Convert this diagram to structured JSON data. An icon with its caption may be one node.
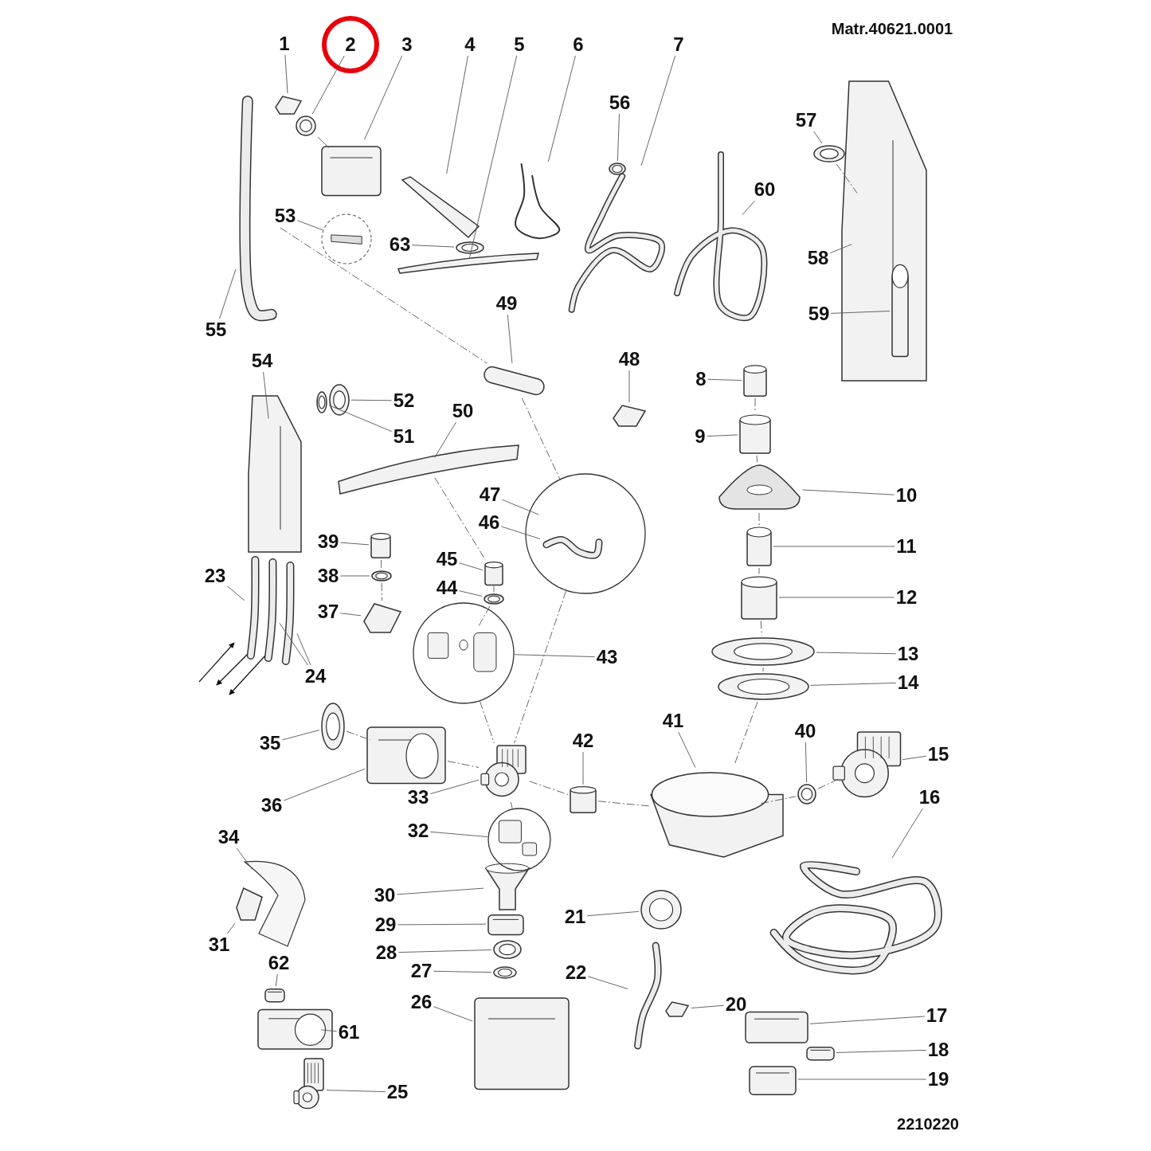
{
  "diagram": {
    "nodes": [
      {
        "text": [
          "1"
        ]
      },
      {
        "text": [
          "2"
        ]
      },
      {
        "text": [
          "3"
        ]
      },
      {
        "text": [
          "4"
        ]
      },
      {
        "text": [
          "5"
        ]
      },
      {
        "text": [
          "6"
        ]
      },
      {
        "text": [
          "7"
        ]
      },
      {
        "text": [
          "8"
        ]
      },
      {
        "text": [
          "9"
        ]
      },
      {
        "text": [
          "10"
        ]
      },
      {
        "text": [
          "11"
        ]
      },
      {
        "text": [
          "12"
        ]
      },
      {
        "text": [
          "13"
        ]
      },
      {
        "text": [
          "14"
        ]
      },
      {
        "text": [
          "15"
        ]
      },
      {
        "text": [
          "16"
        ]
      },
      {
        "text": [
          "17"
        ]
      },
      {
        "text": [
          "18"
        ]
      },
      {
        "text": [
          "19"
        ]
      },
      {
        "text": [
          "20"
        ]
      },
      {
        "text": [
          "21"
        ]
      },
      {
        "text": [
          "22"
        ]
      },
      {
        "text": [
          "23"
        ]
      },
      {
        "text": [
          "24"
        ]
      },
      {
        "text": [
          "25"
        ]
      },
      {
        "text": [
          "26"
        ]
      },
      {
        "text": [
          "27"
        ]
      },
      {
        "text": [
          "28"
        ]
      },
      {
        "text": [
          "29"
        ]
      },
      {
        "text": [
          "30"
        ]
      },
      {
        "text": [
          "31"
        ]
      },
      {
        "text": [
          "32"
        ]
      },
      {
        "text": [
          "33"
        ]
      },
      {
        "text": [
          "34"
        ]
      },
      {
        "text": [
          "35"
        ]
      },
      {
        "text": [
          "36"
        ]
      },
      {
        "text": [
          "37"
        ]
      },
      {
        "text": [
          "38"
        ]
      },
      {
        "text": [
          "39"
        ]
      },
      {
        "text": [
          "40"
        ]
      },
      {
        "text": [
          "41"
        ]
      },
      {
        "text": [
          "42"
        ]
      },
      {
        "text": [
          "43"
        ]
      },
      {
        "text": [
          "44"
        ]
      },
      {
        "text": [
          "45"
        ]
      },
      {
        "text": [
          "46"
        ]
      },
      {
        "text": [
          "47"
        ]
      },
      {
        "text": [
          "48"
        ]
      },
      {
        "text": [
          "49"
        ]
      },
      {
        "text": [
          "50"
        ]
      },
      {
        "text": [
          "51"
        ]
      },
      {
        "text": [
          "52"
        ]
      },
      {
        "text": [
          "53"
        ]
      },
      {
        "text": [
          "54"
        ]
      },
      {
        "text": [
          "55"
        ]
      },
      {
        "text": [
          "56"
        ]
      },
      {
        "text": [
          "57"
        ]
      },
      {
        "text": [
          "58"
        ]
      },
      {
        "text": [
          "59"
        ]
      },
      {
        "text": [
          "60"
        ]
      },
      {
        "text": [
          "61"
        ]
      },
      {
        "text": [
          "62"
        ]
      },
      {
        "text": [
          "63"
        ]
      },
      {
        "text": [],
        "shape": "picture"
      },
      {
        "text": [],
        "shape": "picture"
      },
      {
        "text": [],
        "shape": "picture"
      },
      {
        "text": [],
        "shape": "picture"
      },
      {
        "text": [],
        "shape": "picture"
      },
      {
        "text": [],
        "shape": "picture"
      },
      {
        "text": [],
        "shape": "picture"
      },
      {
        "text": [],
        "shape": "cylinder"
      },
      {
        "text": [],
        "shape": "cylinder"
      },
      {
        "text": [],
        "shape": "picture"
      },
      {
        "text": [],
        "shape": "cylinder"
      },
      {
        "text": [],
        "shape": "cylinder"
      },
      {
        "text": [],
        "shape": "picture"
      },
      {
        "text": [],
        "shape": "picture"
      },
      {
        "text": [],
        "shape": "picture"
      },
      {
        "text": [],
        "shape": "picture"
      },
      {
        "text": [],
        "shape": "picture"
      },
      {
        "text": [],
        "shape": "picture"
      },
      {
        "text": [],
        "shape": "picture"
      },
      {
        "text": [],
        "shape": "picture"
      },
      {
        "text": [],
        "shape": "picture"
      },
      {
        "text": [],
        "shape": "picture"
      },
      {
        "text": [],
        "shape": "picture"
      },
      {
        "text": [],
        "shape": "picture"
      },
      {
        "text": [],
        "shape": "picture"
      },
      {
        "text": [],
        "shape": "picture"
      },
      {
        "text": [],
        "shape": "picture"
      },
      {
        "text": [],
        "shape": "picture"
      },
      {
        "text": [],
        "shape": "picture"
      },
      {
        "text": [],
        "shape": "picture"
      },
      {
        "text": [],
        "shape": "picture"
      },
      {
        "text": [],
        "shape": "circle"
      },
      {
        "text": [],
        "shape": "picture"
      },
      {
        "text": [],
        "shape": "picture"
      },
      {
        "text": [],
        "shape": "picture"
      },
      {
        "text": [],
        "shape": "picture"
      },
      {
        "text": [],
        "shape": "picture"
      },
      {
        "text": [],
        "shape": "picture"
      },
      {
        "text": [],
        "shape": "cylinder"
      },
      {
        "text": [],
        "shape": "picture"
      },
      {
        "text": [],
        "shape": "picture"
      },
      {
        "text": [],
        "shape": "cylinder"
      },
      {
        "text": [],
        "shape": "circle"
      },
      {
        "text": [],
        "shape": "picture"
      },
      {
        "text": [],
        "shape": "cylinder"
      },
      {
        "text": [],
        "shape": "picture",
        "in": 109
      },
      {
        "text": [],
        "shape": "circle"
      },
      {
        "text": [],
        "shape": "picture"
      },
      {
        "text": [],
        "shape": "cylinder"
      },
      {
        "text": [],
        "shape": "picture"
      },
      {
        "text": [],
        "shape": "picture"
      },
      {
        "text": [],
        "shape": "picture"
      },
      {
        "text": [],
        "shape": "circle"
      },
      {
        "text": [],
        "shape": "picture"
      },
      {
        "text": [],
        "shape": "picture"
      },
      {
        "text": [],
        "shape": "picture"
      },
      {
        "text": [],
        "shape": "picture"
      },
      {
        "text": [],
        "shape": "picture"
      },
      {
        "text": [],
        "shape": "cylinder",
        "in": 120
      },
      {
        "text": [],
        "shape": "picture"
      },
      {
        "text": [],
        "shape": "picture"
      },
      {
        "text": [],
        "shape": "picture"
      },
      {
        "text": [],
        "shape": "picture"
      },
      {
        "text": [],
        "shape": "picture"
      }
    ],
    "edges": [
      {
        "from": 0,
        "to": 63,
        "arrow": "none"
      },
      {
        "from": 1,
        "to": 64,
        "arrow": "none"
      },
      {
        "from": 2,
        "to": 65,
        "arrow": "none"
      },
      {
        "from": 3,
        "to": 66,
        "arrow": "none"
      },
      {
        "from": 4,
        "to": 67,
        "arrow": "none"
      },
      {
        "from": 5,
        "to": 68,
        "arrow": "none"
      },
      {
        "from": 6,
        "to": 69,
        "arrow": "none"
      },
      {
        "from": 7,
        "to": 70,
        "arrow": "none"
      },
      {
        "from": 8,
        "to": 71,
        "arrow": "none"
      },
      {
        "from": 9,
        "to": 72,
        "arrow": "none"
      },
      {
        "from": 10,
        "to": 73,
        "arrow": "none"
      },
      {
        "from": 11,
        "to": 74,
        "arrow": "none"
      },
      {
        "from": 12,
        "to": 75,
        "arrow": "none"
      },
      {
        "from": 13,
        "to": 76,
        "arrow": "none"
      },
      {
        "from": 14,
        "to": 77,
        "arrow": "none"
      },
      {
        "from": 15,
        "to": 78,
        "arrow": "none"
      },
      {
        "from": 16,
        "to": 79,
        "arrow": "none"
      },
      {
        "from": 17,
        "to": 80,
        "arrow": "none"
      },
      {
        "from": 18,
        "to": 81,
        "arrow": "none"
      },
      {
        "from": 19,
        "to": 82,
        "arrow": "none"
      },
      {
        "from": 20,
        "to": 83,
        "arrow": "none"
      },
      {
        "from": 21,
        "to": 84,
        "arrow": "none"
      },
      {
        "from": 22,
        "to": 85,
        "arrow": "none"
      },
      {
        "from": 23,
        "to": 86,
        "arrow": "none"
      },
      {
        "from": 24,
        "to": 87,
        "arrow": "none"
      },
      {
        "from": 25,
        "to": 88,
        "arrow": "none"
      },
      {
        "from": 26,
        "to": 89,
        "arrow": "none"
      },
      {
        "from": 27,
        "to": 90,
        "arrow": "none"
      },
      {
        "from": 28,
        "to": 91,
        "arrow": "none"
      },
      {
        "from": 29,
        "to": 92,
        "arrow": "none"
      },
      {
        "from": 30,
        "to": 93,
        "arrow": "none"
      },
      {
        "from": 31,
        "to": 94,
        "arrow": "none"
      },
      {
        "from": 32,
        "to": 95,
        "arrow": "none"
      },
      {
        "from": 33,
        "to": 96,
        "arrow": "none"
      },
      {
        "from": 34,
        "to": 97,
        "arrow": "none"
      },
      {
        "from": 35,
        "to": 98,
        "arrow": "none"
      },
      {
        "from": 36,
        "to": 99,
        "arrow": "none"
      },
      {
        "from": 37,
        "to": 100,
        "arrow": "none"
      },
      {
        "from": 38,
        "to": 101,
        "arrow": "none"
      },
      {
        "from": 39,
        "to": 102,
        "arrow": "none"
      },
      {
        "from": 40,
        "to": 103,
        "arrow": "none"
      },
      {
        "from": 41,
        "to": 104,
        "arrow": "none"
      },
      {
        "from": 42,
        "to": 105,
        "arrow": "none"
      },
      {
        "from": 43,
        "to": 106,
        "arrow": "none"
      },
      {
        "from": 44,
        "to": 107,
        "arrow": "none"
      },
      {
        "from": 45,
        "to": 108,
        "arrow": "none"
      },
      {
        "from": 46,
        "to": 109,
        "arrow": "none"
      },
      {
        "from": 47,
        "to": 110,
        "arrow": "none"
      },
      {
        "from": 48,
        "to": 111,
        "arrow": "none"
      },
      {
        "from": 49,
        "to": 112,
        "arrow": "none"
      },
      {
        "from": 50,
        "to": 113,
        "arrow": "none"
      },
      {
        "from": 51,
        "to": 114,
        "arrow": "none"
      },
      {
        "from": 52,
        "to": 115,
        "arrow": "none"
      },
      {
        "from": 53,
        "to": 116,
        "arrow": "none"
      },
      {
        "from": 54,
        "to": 117,
        "arrow": "none"
      },
      {
        "from": 55,
        "to": 118,
        "arrow": "none"
      },
      {
        "from": 56,
        "to": 119,
        "arrow": "none"
      },
      {
        "from": 57,
        "to": 120,
        "arrow": "none"
      },
      {
        "from": 58,
        "to": 121,
        "arrow": "none"
      },
      {
        "from": 59,
        "to": 122,
        "arrow": "none"
      },
      {
        "from": 60,
        "to": 123,
        "arrow": "none"
      },
      {
        "from": 61,
        "to": 124,
        "arrow": "none"
      },
      {
        "from": 62,
        "to": 125,
        "arrow": "none"
      },
      {
        "from": 23,
        "to": 126,
        "arrow": "none"
      },
      {
        "from": 64,
        "to": 65,
        "arrow": "none"
      },
      {
        "from": 117,
        "to": 111,
        "arrow": "none",
        "style": "dashed"
      },
      {
        "from": 111,
        "to": 109,
        "arrow": "none",
        "style": "dashed"
      },
      {
        "from": 112,
        "to": 107,
        "arrow": "none",
        "style": "dashed"
      },
      {
        "from": 107,
        "to": 106,
        "arrow": "none",
        "style": "dashed"
      },
      {
        "from": 106,
        "to": 105,
        "arrow": "none",
        "style": "dashed"
      },
      {
        "from": 105,
        "to": 95,
        "arrow": "none",
        "style": "dashed"
      },
      {
        "from": 109,
        "to": 95,
        "arrow": "none",
        "style": "dashed"
      },
      {
        "from": 97,
        "to": 98,
        "arrow": "none",
        "style": "dashed"
      },
      {
        "from": 98,
        "to": 95,
        "arrow": "none",
        "style": "dashed"
      },
      {
        "from": 95,
        "to": 104,
        "arrow": "none",
        "style": "dashed"
      },
      {
        "from": 104,
        "to": 103,
        "arrow": "none",
        "style": "dashed"
      },
      {
        "from": 95,
        "to": 94,
        "arrow": "none"
      },
      {
        "from": 70,
        "to": 71,
        "arrow": "none",
        "style": "dashed"
      },
      {
        "from": 71,
        "to": 72,
        "arrow": "none",
        "style": "dashed"
      },
      {
        "from": 72,
        "to": 73,
        "arrow": "none",
        "style": "dashed"
      },
      {
        "from": 73,
        "to": 74,
        "arrow": "none",
        "style": "dashed"
      },
      {
        "from": 74,
        "to": 75,
        "arrow": "none",
        "style": "dashed"
      },
      {
        "from": 75,
        "to": 76,
        "arrow": "none",
        "style": "dashed"
      },
      {
        "from": 76,
        "to": 103,
        "arrow": "none",
        "style": "dashed"
      },
      {
        "from": 103,
        "to": 102,
        "arrow": "none",
        "style": "dashed"
      },
      {
        "from": 102,
        "to": 77,
        "arrow": "none",
        "style": "dashed"
      },
      {
        "from": 119,
        "to": 120,
        "arrow": "none",
        "style": "dashed"
      },
      {
        "from": 101,
        "to": 100,
        "arrow": "none",
        "style": "dashed"
      },
      {
        "from": 100,
        "to": 99,
        "arrow": "none",
        "style": "dashed"
      }
    ],
    "labels": [
      "Matr.40621.0001",
      "2210220"
    ]
  }
}
